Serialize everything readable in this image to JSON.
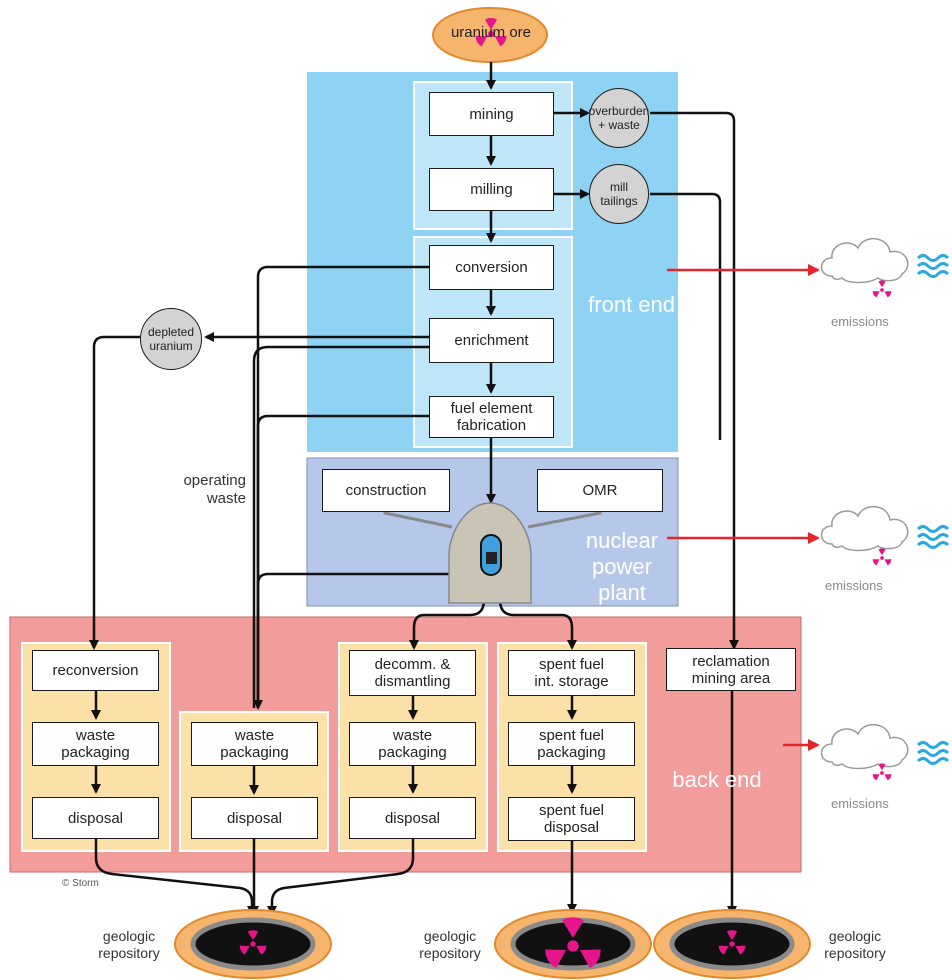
{
  "title": "uranium ore",
  "colors": {
    "front_end_bg": "#8fd3f4",
    "front_end_inner": "#bfe5f8",
    "power_plant_bg": "#b6c8ea",
    "back_end_bg": "#f39c9c",
    "waste_column_bg": "#fbe0a8",
    "ore_orange": "#f7b46c",
    "emission_arrow": "#e8242b",
    "radiation_magenta": "#e6158c",
    "radiation_yellow": "#f9dc2b",
    "water_blue": "#2aa8e0"
  },
  "regions": {
    "front_end": "front end",
    "power_plant": "nuclear\npower\nplant",
    "back_end": "back end"
  },
  "front_end": {
    "mining": "mining",
    "milling": "milling",
    "conversion": "conversion",
    "enrichment": "enrichment",
    "fuel_fabrication": "fuel element\nfabrication",
    "overburden": "overburden\n+ waste",
    "mill_tailings": "mill\ntailings",
    "depleted_uranium": "depleted\nuranium"
  },
  "power_plant": {
    "construction": "construction",
    "omr": "OMR"
  },
  "operating_waste": "operating\nwaste",
  "back_end": {
    "col1": [
      "reconversion",
      "waste\npackaging",
      "disposal"
    ],
    "col2": [
      "waste\npackaging",
      "disposal"
    ],
    "col3": [
      "decomm. &\ndismantling",
      "waste\npackaging",
      "disposal"
    ],
    "col4": [
      "spent fuel\nint. storage",
      "spent fuel\npackaging",
      "spent fuel\ndisposal"
    ],
    "reclamation": "reclamation\nmining area"
  },
  "emissions": [
    "emissions",
    "emissions",
    "emissions"
  ],
  "copyright": "© Storm",
  "repositories": {
    "left_label": "geologic\nrepository",
    "middle_label": "geologic\nrepository",
    "right_label": "geologic\nrepository"
  }
}
